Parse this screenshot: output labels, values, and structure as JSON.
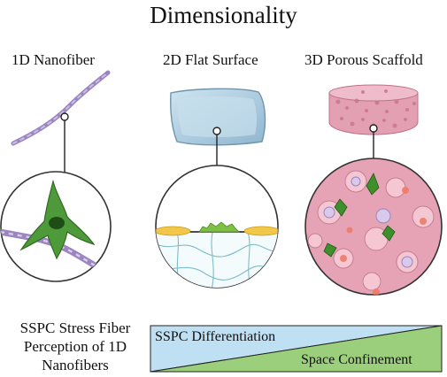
{
  "title": "Dimensionality",
  "columns": [
    {
      "label": "1D Nanofiber"
    },
    {
      "label": "2D Flat Surface"
    },
    {
      "label": "3D Porous Scaffold"
    }
  ],
  "caption": "SSPC Stress Fiber Perception of 1D Nanofibers",
  "gradient": {
    "top_label": "SSPC Differentiation",
    "bottom_label": "Space Confinement",
    "top_color": "#bfe0f3",
    "bottom_color": "#9ccf7c"
  },
  "colors": {
    "fiber": "#9b86c2",
    "cell_green": "#4e9a3a",
    "cell_yellow": "#f2c84a",
    "scaffold_pink": "#e9a3b5",
    "surface_blue": "#a9cbe0"
  }
}
